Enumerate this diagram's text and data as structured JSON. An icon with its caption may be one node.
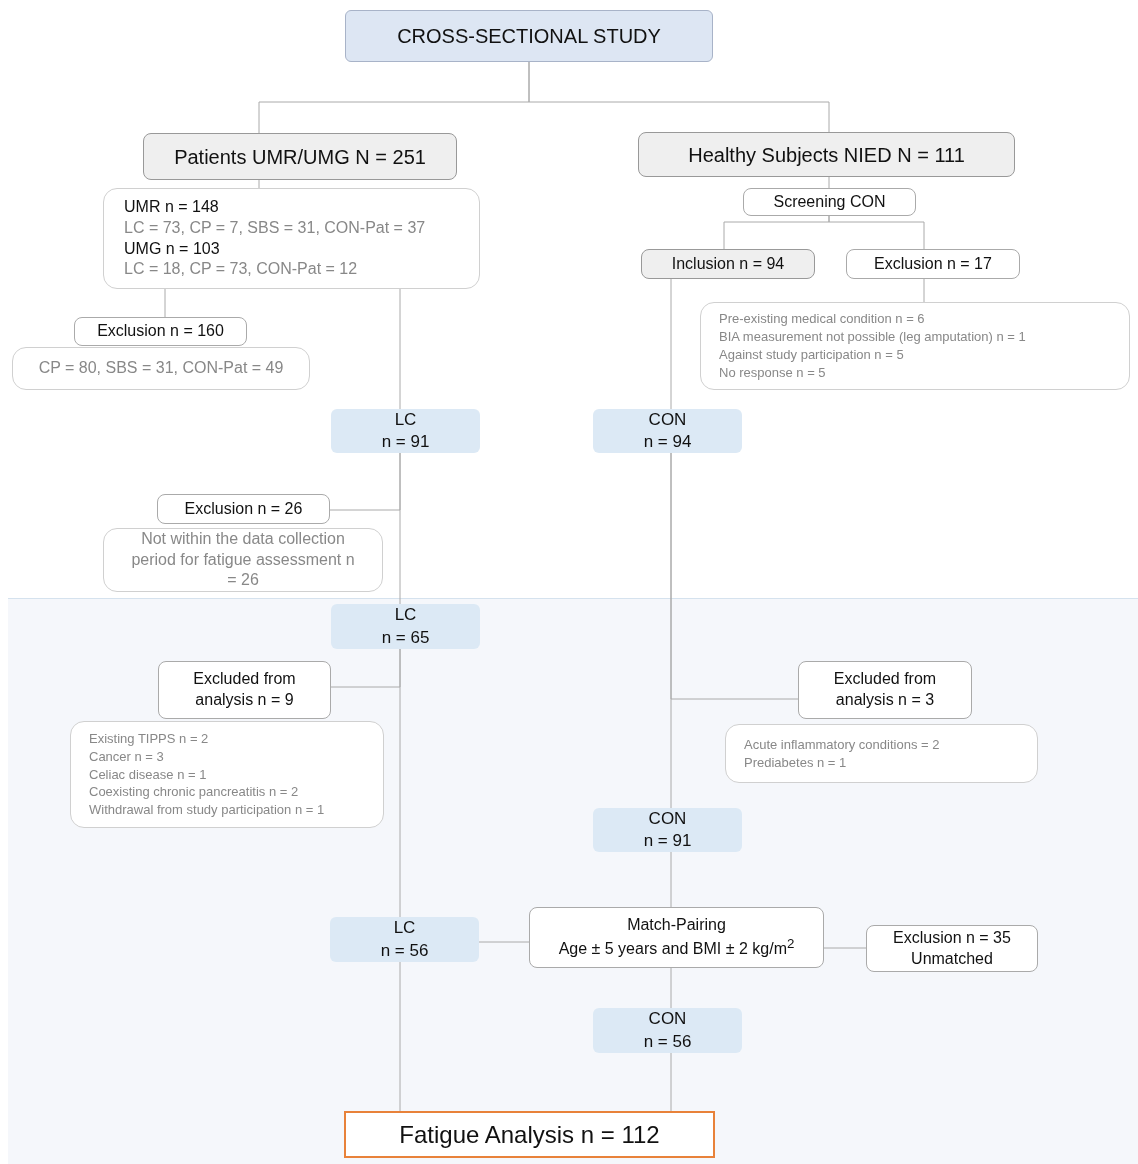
{
  "diagram": {
    "nodes": [
      {
        "text": [
          "CROSS-SECTIONAL STUDY"
        ]
      },
      {
        "text": [
          "Patients UMR/UMG N = 251"
        ]
      },
      {
        "text": [
          "Healthy Subjects NIED N = 111"
        ]
      },
      {
        "text": [
          "UMR n = 148",
          "LC = 73, CP = 7, SBS = 31, CON-Pat = 37",
          "UMG n = 103",
          "LC = 18, CP = 73, CON-Pat = 12"
        ]
      },
      {
        "text": [
          "Exclusion n = 160"
        ]
      },
      {
        "text": [
          "CP = 80, SBS = 31, CON-Pat = 49"
        ]
      },
      {
        "text": [
          "Screening CON"
        ]
      },
      {
        "text": [
          "Inclusion n = 94"
        ]
      },
      {
        "text": [
          "Exclusion n = 17"
        ]
      },
      {
        "text": [
          "Pre-existing medical condition n = 6",
          "BIA measurement not possible (leg amputation) n = 1",
          "Against study participation n = 5",
          "No response n = 5"
        ]
      },
      {
        "text": [
          "LC",
          "n = 91"
        ]
      },
      {
        "text": [
          "CON",
          "n = 94"
        ]
      },
      {
        "text": [
          "Exclusion n = 26"
        ]
      },
      {
        "text": [
          "Not within the data collection period for fatigue assessment n = 26"
        ]
      },
      {
        "text": [
          "LC",
          "n = 65"
        ]
      },
      {
        "text": [
          "Excluded from analysis n = 9"
        ]
      },
      {
        "text": [
          "Existing TIPPS n = 2",
          "Cancer n = 3",
          "Celiac disease n = 1",
          "Coexisting chronic pancreatitis n = 2",
          "Withdrawal from study participation n = 1"
        ]
      },
      {
        "text": [
          "Excluded from analysis n = 3"
        ]
      },
      {
        "text": [
          "Acute inflammatory conditions = 2",
          "Prediabetes n = 1"
        ]
      },
      {
        "text": [
          "CON",
          "n = 91"
        ]
      },
      {
        "text": [
          "LC",
          "n = 56"
        ]
      },
      {
        "text": [
          "Match-Pairing",
          "Age ± 5 years and BMI ± 2 kg/m$^{2}$"
        ]
      },
      {
        "text": [
          "Exclusion n = 35",
          "Unmatched"
        ]
      },
      {
        "text": [
          "CON",
          "n = 56"
        ]
      },
      {
        "text": [
          "Fatigue Analysis n = 112"
        ]
      }
    ],
    "edges": [
      {
        "from": 0,
        "to": 1,
        "arrow": "none"
      },
      {
        "from": 0,
        "to": 2,
        "arrow": "none"
      },
      {
        "from": 1,
        "to": 3,
        "arrow": "none"
      },
      {
        "from": 3,
        "to": 4,
        "arrow": "none"
      },
      {
        "from": 3,
        "to": 10,
        "arrow": "none"
      },
      {
        "from": 2,
        "to": 6,
        "arrow": "none"
      },
      {
        "from": 6,
        "to": 7,
        "arrow": "none"
      },
      {
        "from": 6,
        "to": 8,
        "arrow": "none"
      },
      {
        "from": 8,
        "to": 9,
        "arrow": "none"
      },
      {
        "from": 7,
        "to": 11,
        "arrow": "none"
      },
      {
        "from": 10,
        "to": 12,
        "arrow": "none"
      },
      {
        "from": 10,
        "to": 14,
        "arrow": "none"
      },
      {
        "from": 11,
        "to": 17,
        "arrow": "none"
      },
      {
        "from": 11,
        "to": 19,
        "arrow": "none"
      },
      {
        "from": 14,
        "to": 15,
        "arrow": "none"
      },
      {
        "from": 14,
        "to": 20,
        "arrow": "none"
      },
      {
        "from": 19,
        "to": 21,
        "arrow": "none"
      },
      {
        "from": 20,
        "to": 21,
        "arrow": "none"
      },
      {
        "from": 21,
        "to": 22,
        "arrow": "none"
      },
      {
        "from": 21,
        "to": 23,
        "arrow": "none"
      },
      {
        "from": 20,
        "to": 24,
        "arrow": "none"
      },
      {
        "from": 23,
        "to": 24,
        "arrow": "none"
      }
    ]
  }
}
